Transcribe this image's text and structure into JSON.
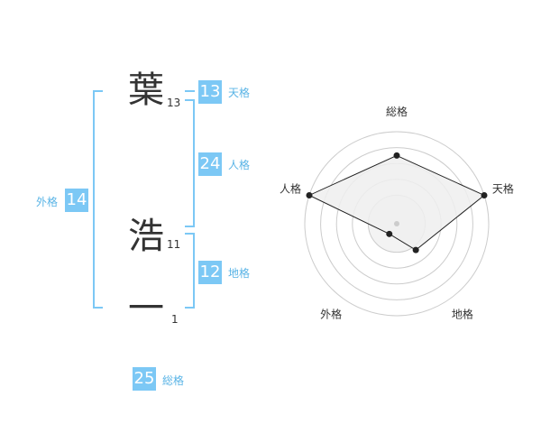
{
  "name": [
    {
      "char": "葉",
      "strokes": "13"
    },
    {
      "char": "浩",
      "strokes": "11"
    },
    {
      "char": "一",
      "strokes": "1"
    }
  ],
  "fortunes": {
    "tenkaku": {
      "value": "13",
      "label": "天格"
    },
    "jinkaku": {
      "value": "24",
      "label": "人格"
    },
    "chikaku": {
      "value": "12",
      "label": "地格"
    },
    "gaikaku": {
      "value": "14",
      "label": "外格"
    },
    "soukaku": {
      "value": "25",
      "label": "総格"
    }
  },
  "chart_data": {
    "type": "radar",
    "axes": [
      "総格",
      "天格",
      "地格",
      "外格",
      "人格"
    ],
    "values": [
      0.7,
      1.0,
      0.25,
      0.0,
      1.0
    ],
    "rings": 5,
    "fill_color": "#eeeeee",
    "line_color": "#222222",
    "ring_color": "#cccccc"
  },
  "colors": {
    "accent": "#7cc8f5",
    "accent_text": "#5ab4e6"
  }
}
